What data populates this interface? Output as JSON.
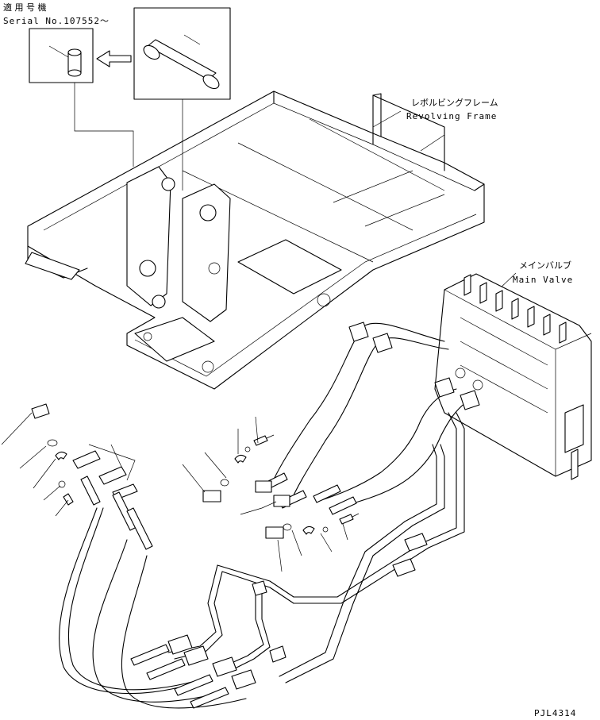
{
  "applicability": {
    "title_jp": "適 用 号 機",
    "serial": "Serial No.107552～"
  },
  "labels": {
    "frame_jp": "レボルビングフレーム",
    "frame_en": "Revolving Frame",
    "valve_jp": "メインバルブ",
    "valve_en": "Main Valve"
  },
  "drawing_code": "PJL4314"
}
